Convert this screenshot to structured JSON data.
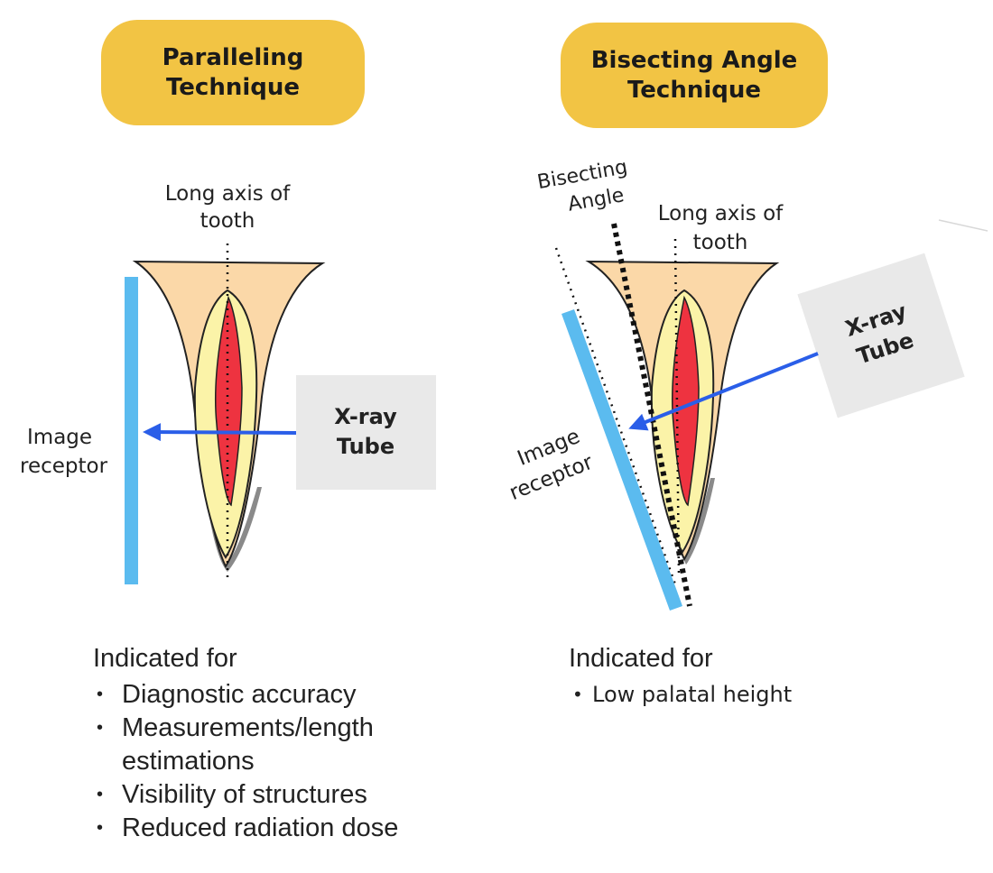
{
  "paralleling": {
    "title_line1": "Paralleling",
    "title_line2": "Technique",
    "long_axis_line1": "Long axis of",
    "long_axis_line2": "tooth",
    "receptor_line1": "Image",
    "receptor_line2": "receptor",
    "tube_line1": "X-ray",
    "tube_line2": "Tube",
    "indicated_heading": "Indicated for",
    "indications": [
      "Diagnostic accuracy",
      "Measurements/length",
      "estimations",
      "Visibility of structures",
      "Reduced radiation dose"
    ]
  },
  "bisecting": {
    "title_line1": "Bisecting Angle",
    "title_line2": "Technique",
    "bisecting_line1": "Bisecting",
    "bisecting_line2": "Angle",
    "long_axis_line1": "Long axis of",
    "long_axis_line2": "tooth",
    "receptor_line1": "Image",
    "receptor_line2": "receptor",
    "tube_line1": "X-ray",
    "tube_line2": "Tube",
    "indicated_heading": "Indicated for",
    "indications": [
      "Low palatal height"
    ]
  },
  "colors": {
    "badge": "#f2c444",
    "receptor": "#5bbbef",
    "arrow": "#2a5ee8",
    "tube": "#e9e9e9",
    "crown": "#fbd8a8",
    "dentin": "#fbf3a8",
    "pulp": "#ee3340",
    "bone_shadow": "#8a8a8a"
  }
}
